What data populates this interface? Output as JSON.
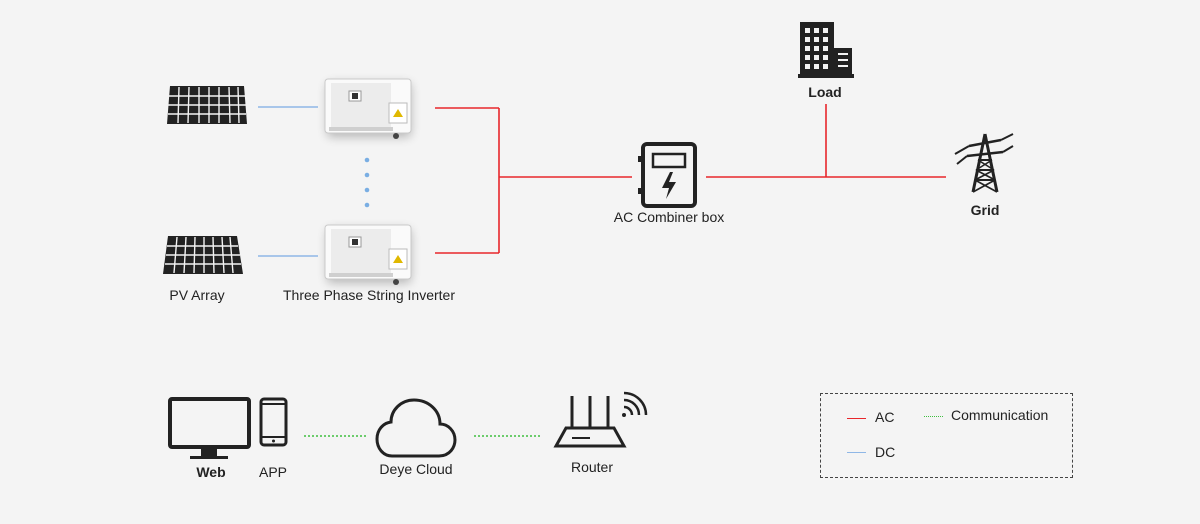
{
  "labels": {
    "pv_array": "PV Array",
    "inverter": "Three Phase String Inverter",
    "combiner": "AC Combiner box",
    "load": "Load",
    "grid": "Grid",
    "web": "Web",
    "app": "APP",
    "cloud": "Deye Cloud",
    "router": "Router"
  },
  "legend": {
    "ac": "AC",
    "dc": "DC",
    "communication": "Communication"
  },
  "colors": {
    "ac": "#e8262b",
    "dc": "#8fb7e6",
    "communication": "#3fbf3f",
    "ellipsis_dots": "#7aaee3",
    "icon": "#222222"
  }
}
